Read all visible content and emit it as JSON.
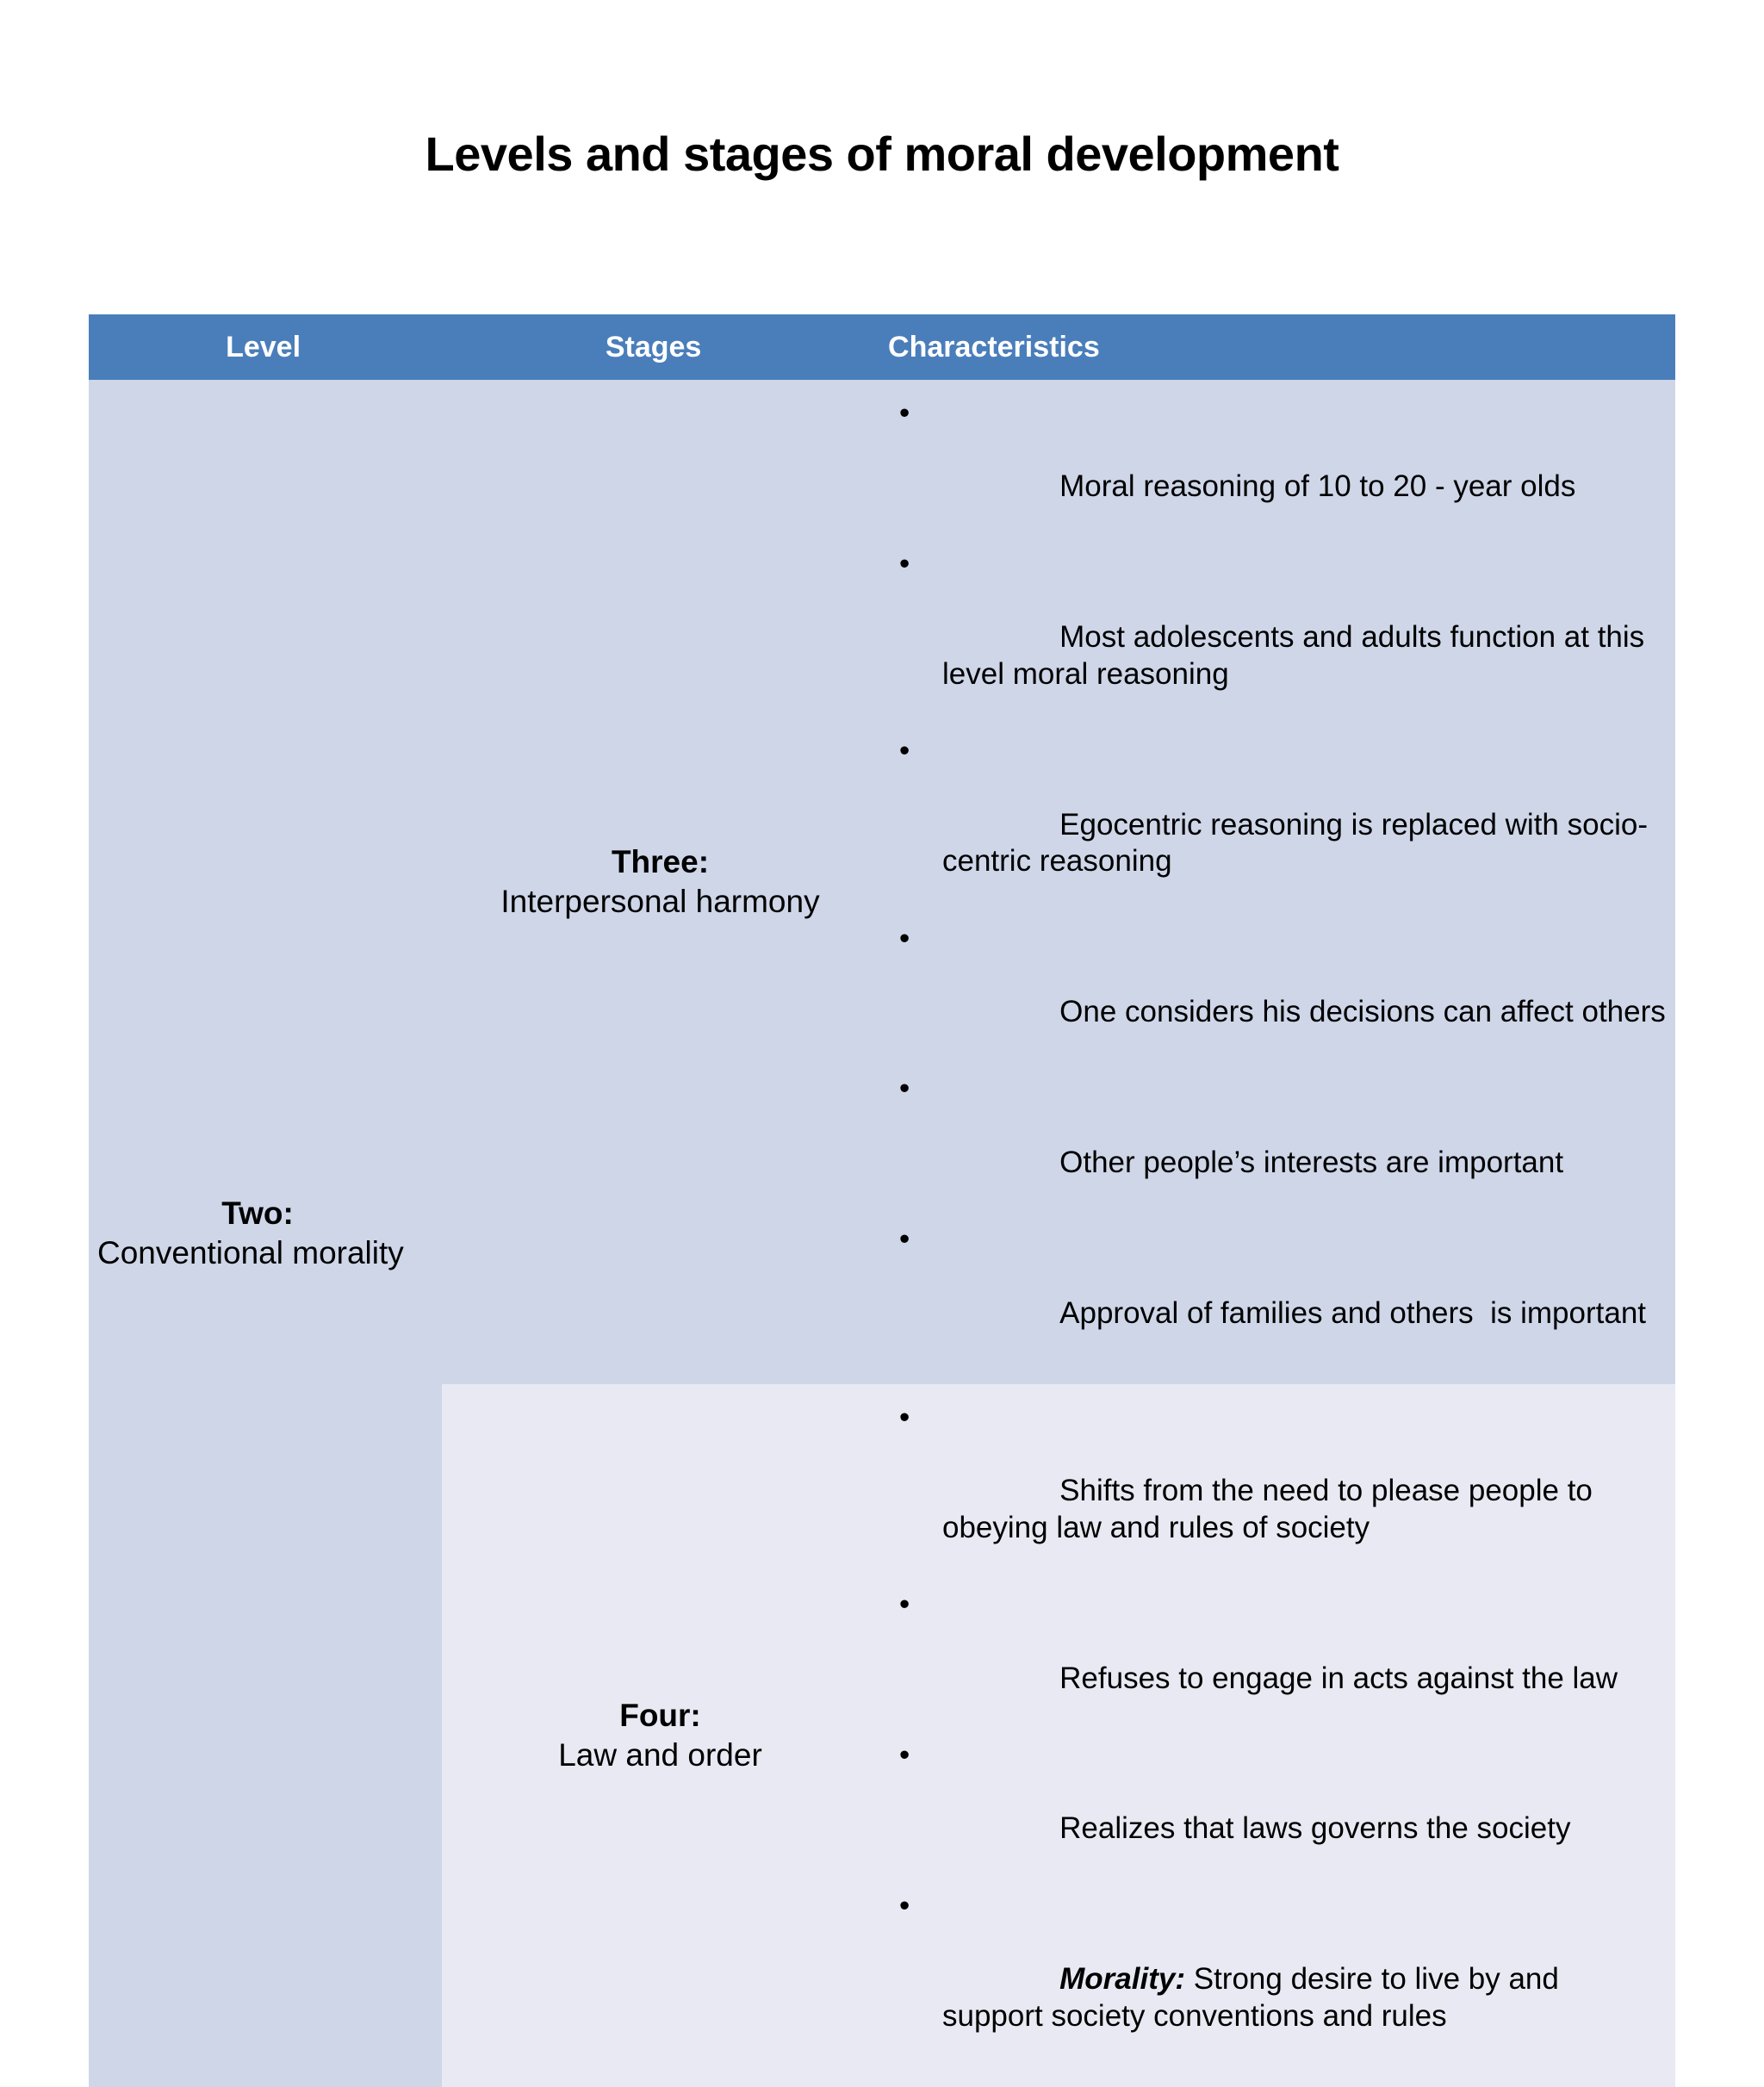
{
  "slide": {
    "title": "Levels and stages of moral development",
    "background_color": "#ffffff"
  },
  "table": {
    "header_bg": "#4a7ebb",
    "header_text_color": "#ffffff",
    "row1_bg": "#ced6e8",
    "row2_bg": "#e9e9f3",
    "columns": [
      {
        "key": "level",
        "label": "Level"
      },
      {
        "key": "stages",
        "label": "Stages"
      },
      {
        "key": "characteristics",
        "label": "Characteristics"
      }
    ],
    "level": {
      "title": "Two:",
      "subtitle": "Conventional morality"
    },
    "rows": [
      {
        "stage_title": "Three:",
        "stage_subtitle": "Interpersonal harmony",
        "bullet_marker": "•",
        "characteristics": [
          {
            "text": "Moral reasoning of 10 to 20 - year olds"
          },
          {
            "text": "Most adolescents and adults function at this level moral reasoning"
          },
          {
            "text": "Egocentric reasoning is replaced with socio-centric reasoning"
          },
          {
            "text": "One considers his decisions can affect others"
          },
          {
            "text": "Other people’s interests are important"
          },
          {
            "text": "Approval of families and others  is important"
          }
        ]
      },
      {
        "stage_title": "Four:",
        "stage_subtitle": "Law and order",
        "bullet_marker": "•",
        "characteristics": [
          {
            "text": "Shifts from the need to please people to obeying law and rules of society"
          },
          {
            "text": "Refuses to engage in acts against the law"
          },
          {
            "text": "Realizes that laws governs the society"
          },
          {
            "lead": "Morality:",
            "text": " Strong desire to live by and support society conventions and rules"
          }
        ]
      }
    ]
  }
}
